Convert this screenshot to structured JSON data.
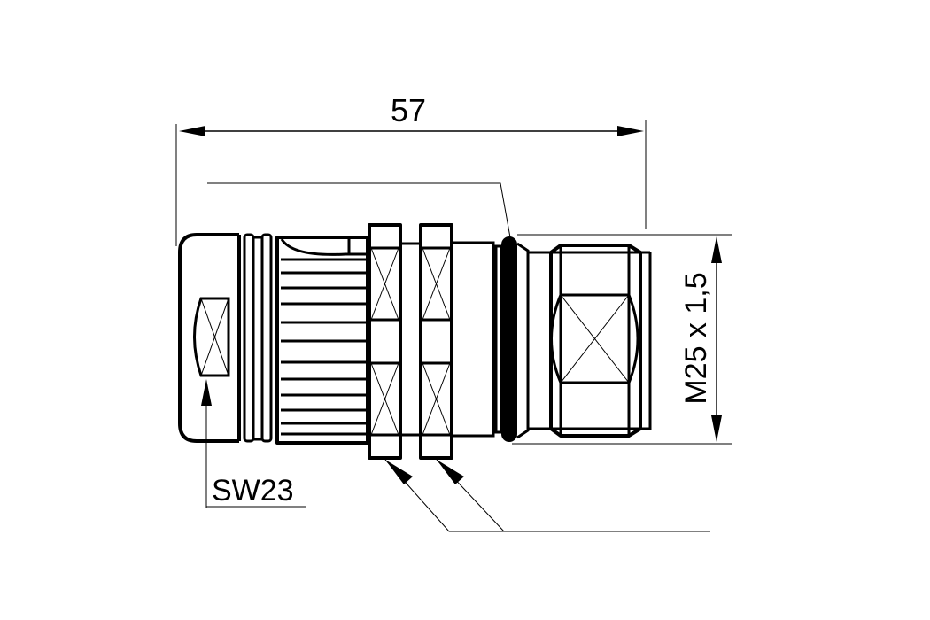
{
  "drawing": {
    "subject": "cable gland connector side view",
    "line_color": "#000000",
    "background": "#ffffff"
  },
  "dimensions": {
    "overall_length": {
      "label": "57"
    },
    "thread": {
      "label": "M25 x 1,5"
    },
    "wrench_size": {
      "label": "SW23"
    }
  }
}
